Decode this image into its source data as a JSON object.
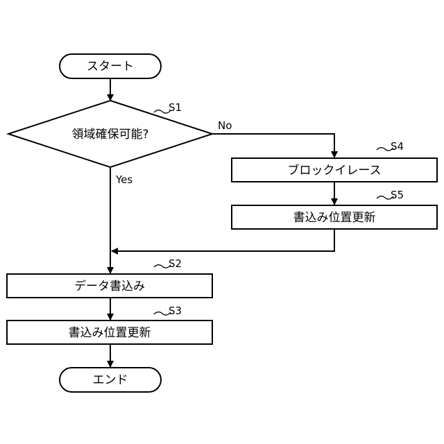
{
  "nodes": {
    "start": "スタート",
    "s1_decision": "領域確保可能?",
    "s4_process": "ブロックイレース",
    "s5_process": "書込み位置更新",
    "s2_process": "データ書込み",
    "s3_process": "書込み位置更新",
    "end": "エンド"
  },
  "step_labels": {
    "s1": "S1",
    "s2": "S2",
    "s3": "S3",
    "s4": "S4",
    "s5": "S5"
  },
  "branches": {
    "no": "No",
    "yes": "Yes"
  },
  "colors": {
    "stroke": "#000000",
    "fill": "#ffffff"
  }
}
